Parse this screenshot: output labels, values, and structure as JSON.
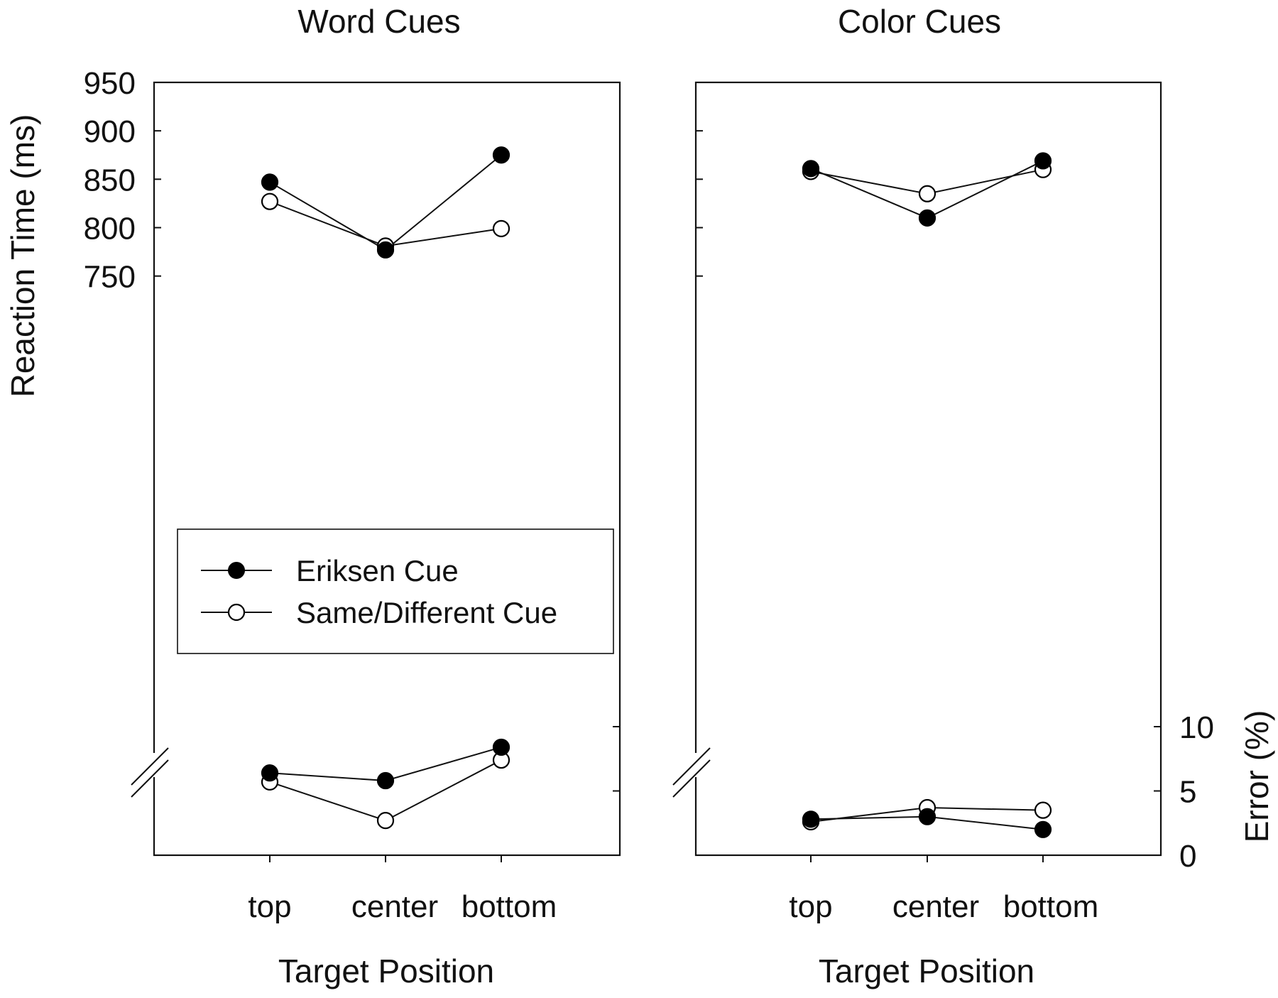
{
  "chart_data": [
    {
      "type": "line",
      "title": "Word Cues",
      "xlabel": "Target Position",
      "ylabel": "Reaction Time (ms)",
      "categories": [
        "top",
        "center",
        "bottom"
      ],
      "rt_axis": {
        "ylim": [
          700,
          950
        ],
        "ticks": [
          750,
          800,
          850,
          900,
          950
        ],
        "tick_labels": [
          "750",
          "800",
          "850",
          "900",
          "950"
        ]
      },
      "error_axis": {
        "ylim": [
          0,
          10
        ],
        "ticks": [
          0,
          5,
          10
        ],
        "tick_labels": [],
        "label": ""
      },
      "series": [
        {
          "name": "Eriksen Cue",
          "marker": "filled",
          "rt": [
            847,
            777,
            875
          ],
          "error": [
            6.4,
            5.8,
            8.4
          ]
        },
        {
          "name": "Same/Different Cue",
          "marker": "open",
          "rt": [
            827,
            781,
            799
          ],
          "error": [
            5.7,
            2.7,
            7.4
          ]
        }
      ],
      "legend": {
        "position": "lower-left",
        "entries": [
          "Eriksen Cue",
          "Same/Different Cue"
        ]
      },
      "axis_break": true,
      "grid": false
    },
    {
      "type": "line",
      "title": "Color Cues",
      "xlabel": "Target Position",
      "ylabel": "",
      "categories": [
        "top",
        "center",
        "bottom"
      ],
      "rt_axis": {
        "ylim": [
          700,
          950
        ],
        "ticks": [
          750,
          800,
          850,
          900,
          950
        ],
        "tick_labels": []
      },
      "error_axis": {
        "ylim": [
          0,
          10
        ],
        "ticks": [
          0,
          5,
          10
        ],
        "tick_labels": [
          "0",
          "5",
          "10"
        ],
        "label": "Error (%)"
      },
      "series": [
        {
          "name": "Eriksen Cue",
          "marker": "filled",
          "rt": [
            861,
            810,
            869
          ],
          "error": [
            2.8,
            3.0,
            2.0
          ]
        },
        {
          "name": "Same/Different Cue",
          "marker": "open",
          "rt": [
            858,
            835,
            860
          ],
          "error": [
            2.6,
            3.7,
            3.5
          ]
        }
      ],
      "axis_break": true,
      "grid": false
    }
  ]
}
